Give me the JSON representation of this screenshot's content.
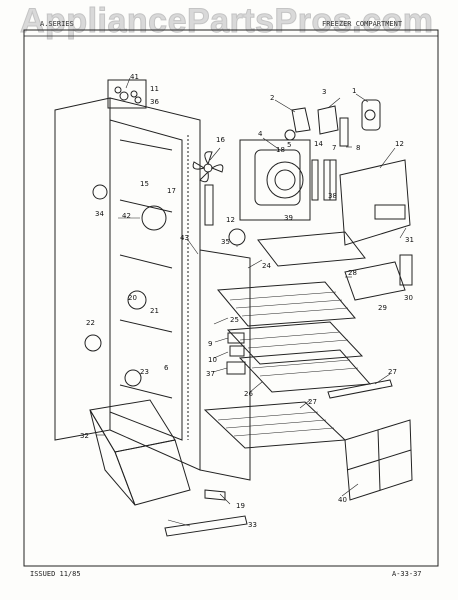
{
  "watermark": "AppliancePartsPros.com",
  "header": {
    "left": "A.SERIES",
    "right": "FREEZER COMPARTMENT"
  },
  "footer": {
    "issued": "ISSUED 11/85",
    "code": "A-33-37"
  },
  "callouts": [
    "41",
    "11",
    "36",
    "2",
    "3",
    "1",
    "16",
    "4",
    "5",
    "18",
    "14",
    "7",
    "8",
    "12",
    "15",
    "17",
    "34",
    "42",
    "35",
    "12",
    "39",
    "38",
    "43",
    "24",
    "31",
    "28",
    "30",
    "29",
    "25",
    "20",
    "21",
    "22",
    "9",
    "10",
    "37",
    "26",
    "27",
    "27",
    "23",
    "6",
    "32",
    "19",
    "33",
    "40"
  ]
}
